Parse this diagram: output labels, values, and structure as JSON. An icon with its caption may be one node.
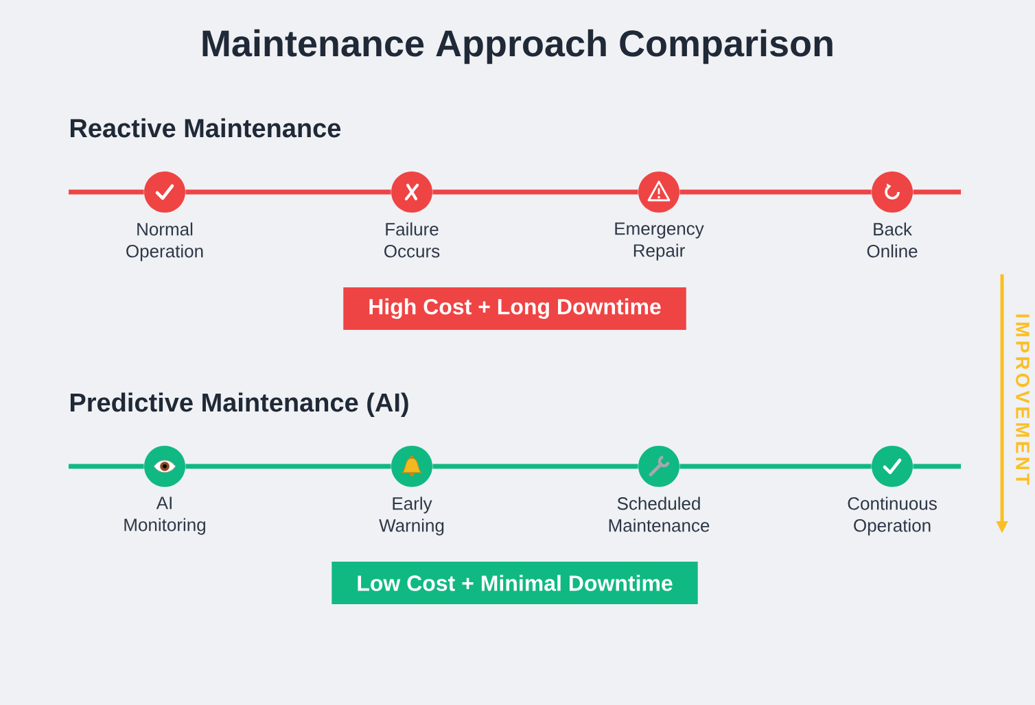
{
  "diagram": {
    "title": "Maintenance Approach Comparison",
    "nodes": [
      {
        "text": [
          "Normal Operation"
        ]
      },
      {
        "text": [
          "Failure Occurs"
        ]
      },
      {
        "text": [
          "Emergency Repair"
        ]
      },
      {
        "text": [
          "Back Online"
        ]
      },
      {
        "text": [
          "High Cost + Long Downtime"
        ]
      },
      {
        "text": [
          "AI Monitoring"
        ]
      },
      {
        "text": [
          "Early Warning"
        ]
      },
      {
        "text": [
          "Scheduled Maintenance"
        ]
      },
      {
        "text": [
          "Continuous Operation"
        ]
      },
      {
        "text": [
          "Low Cost + Minimal Downtime"
        ]
      }
    ],
    "edges": [
      {
        "from": 0,
        "to": 1,
        "arrow": "none",
        "color": "#ef4444"
      },
      {
        "from": 1,
        "to": 2,
        "arrow": "none",
        "color": "#ef4444"
      },
      {
        "from": 2,
        "to": 3,
        "arrow": "none",
        "color": "#ef4444"
      },
      {
        "from": 5,
        "to": 6,
        "arrow": "none",
        "color": "#10b981"
      },
      {
        "from": 6,
        "to": 7,
        "arrow": "none",
        "color": "#10b981"
      },
      {
        "from": 7,
        "to": 8,
        "arrow": "none",
        "color": "#10b981"
      }
    ],
    "labels": [
      "Reactive Maintenance",
      "Predictive Maintenance (AI)",
      "IMPROVEMENT"
    ]
  }
}
